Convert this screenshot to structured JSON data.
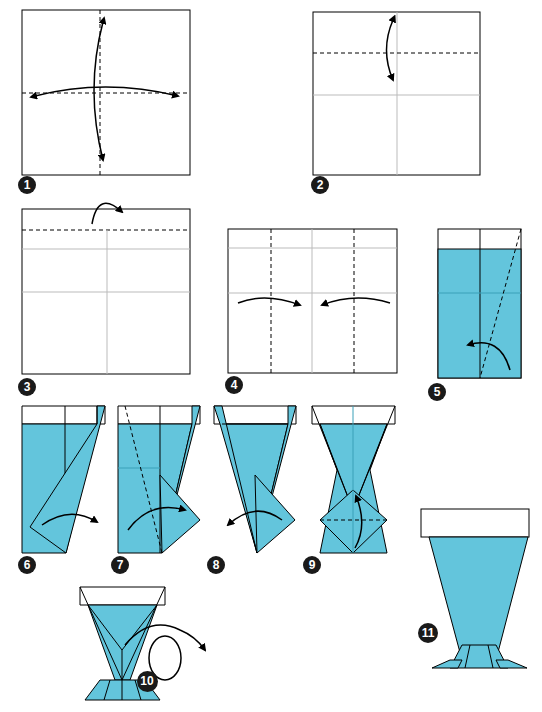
{
  "diagram": {
    "nodes": [
      {
        "text": [
          "1"
        ]
      },
      {
        "text": [
          "2"
        ]
      },
      {
        "text": [
          "3"
        ]
      },
      {
        "text": [
          "4"
        ]
      },
      {
        "text": [
          "5"
        ]
      },
      {
        "text": [
          "6"
        ]
      },
      {
        "text": [
          "7"
        ]
      },
      {
        "text": [
          "8"
        ]
      },
      {
        "text": [
          "9"
        ]
      },
      {
        "text": [
          "10"
        ]
      },
      {
        "text": [
          "11"
        ]
      }
    ]
  }
}
